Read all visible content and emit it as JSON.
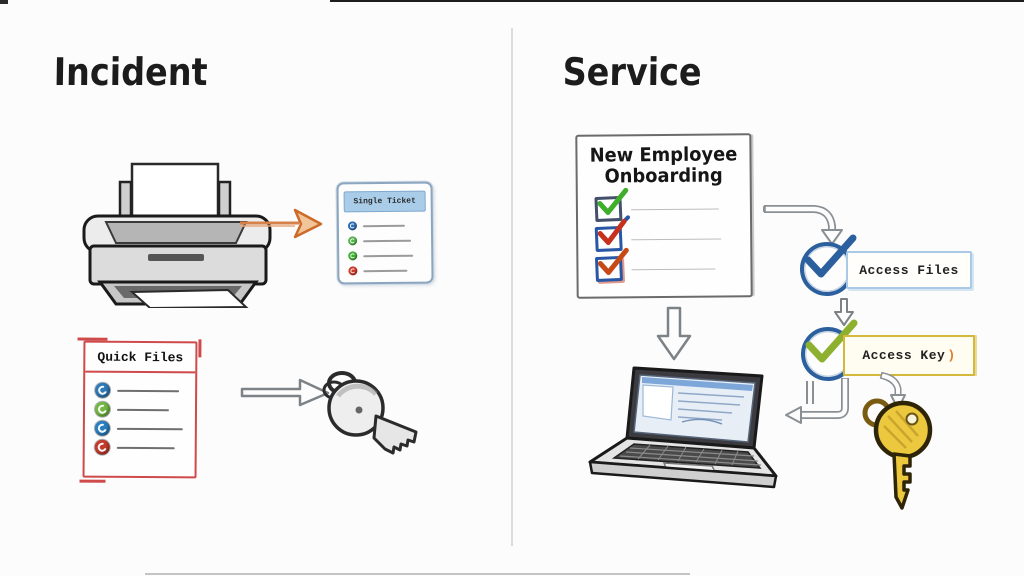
{
  "left": {
    "title": "Incident",
    "single_ticket": {
      "header_label": "Single Ticket",
      "rows": [
        {
          "dot_style": "background:#2f6db5"
        },
        {
          "dot_style": "background:#54b44a"
        },
        {
          "dot_style": "background:#3fae35"
        },
        {
          "dot_style": "background:#cc3a2a"
        }
      ]
    },
    "quick_files": {
      "title": "Quick Files",
      "rows": [
        {
          "dot_style": "background:#2f7ab8"
        },
        {
          "dot_style": "background:#74b844"
        },
        {
          "dot_style": "background:#2b7fc0"
        },
        {
          "dot_style": "background:#c43b2e"
        }
      ]
    }
  },
  "right": {
    "title": "Service",
    "onboarding": {
      "title_line1": "New Employee",
      "title_line2": "Onboarding",
      "items": [
        {
          "box_style": "border-color:#44506b",
          "check_color": "#3fae2a"
        },
        {
          "box_style": "border-color:#2a57a5",
          "check_color": "#c6311d"
        },
        {
          "box_style": "border-color:#2a57a5;box-shadow:2px 2px 0 rgba(196,73,46,0.55)",
          "check_color": "#c64a16"
        }
      ]
    },
    "access_files": {
      "label": "Access Files",
      "check_color": "#2b5f9e"
    },
    "access_key": {
      "label": "Access Key",
      "suffix": ")",
      "check_color": "#8db02e"
    }
  },
  "palette": {
    "divider": "#dcdcdc",
    "orange_arrow": "#d6804a",
    "ticket_header_bg": "#a9cde9",
    "quick_files_border": "#cf4a4a",
    "access_files_border": "#a9c9e6",
    "access_key_border": "#d4b83a",
    "circle_blue": "#2b5f9e",
    "gold_key": "#ecc83f"
  }
}
